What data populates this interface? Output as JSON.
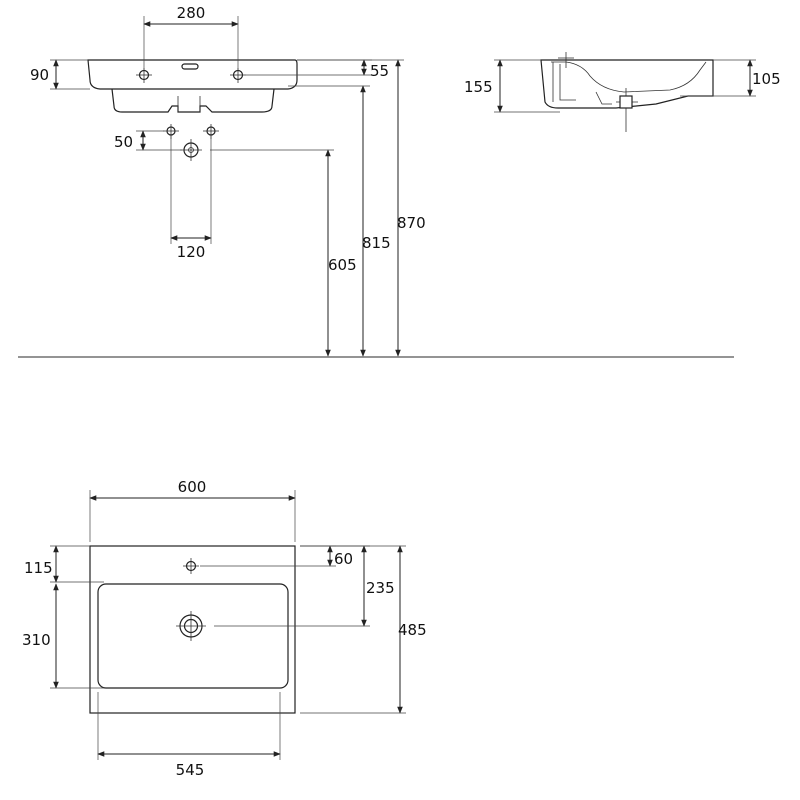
{
  "dimensions": {
    "front_tap_spacing": "280",
    "front_rim_height": "90",
    "front_hole_offset": "55",
    "front_overall_height": "870",
    "front_rim_to_floor": "815",
    "front_waste_height": "605",
    "front_waste_drop": "50",
    "front_waste_width": "120",
    "side_depth": "155",
    "side_bowl_depth": "105",
    "plan_width": "600",
    "plan_rear_margin": "115",
    "plan_tap_offset": "60",
    "plan_drain_offset": "235",
    "plan_bowl_length": "310",
    "plan_overall_depth": "485",
    "plan_bowl_width": "545"
  }
}
